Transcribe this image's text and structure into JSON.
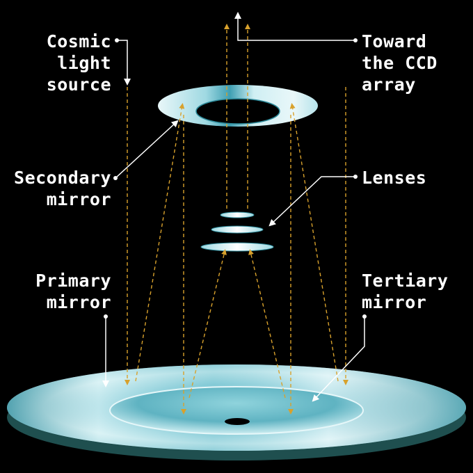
{
  "labels": {
    "cosmic_light_source": "Cosmic\nlight\nsource",
    "toward_ccd": "Toward\nthe CCD\narray",
    "secondary_mirror": "Secondary\nmirror",
    "lenses": "Lenses",
    "primary_mirror": "Primary\nmirror",
    "tertiary_mirror": "Tertiary\nmirror"
  },
  "colors": {
    "background": "#000000",
    "light_path": "#d8a12c",
    "mirror_light": "#e8f6f8",
    "mirror_mid": "#8fd0dc",
    "mirror_dark": "#2d8a9a",
    "base_edge": "#1f4f4f",
    "text": "#ffffff",
    "leader": "#ffffff"
  }
}
